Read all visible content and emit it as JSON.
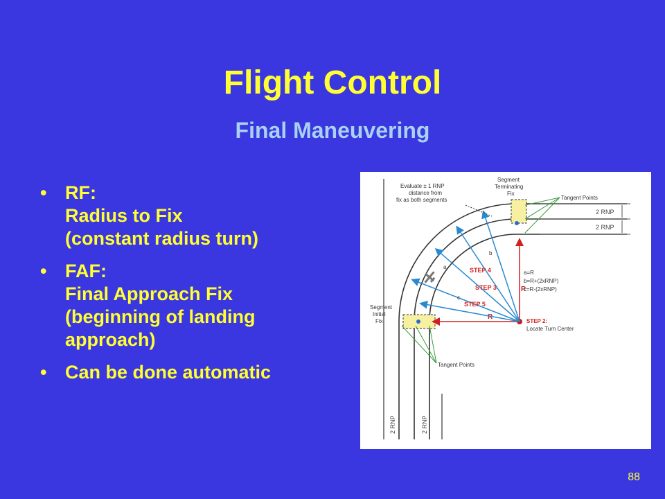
{
  "slide": {
    "title": "Flight Control",
    "subtitle": "Final Maneuvering",
    "page_number": "88",
    "colors": {
      "background": "#3a36e0",
      "title": "#ffff33",
      "subtitle": "#a9d2f2",
      "bullet_text": "#ffff33"
    }
  },
  "bullets": [
    {
      "lines": [
        "RF:",
        "Radius to Fix",
        "(constant radius turn)"
      ]
    },
    {
      "lines": [
        "FAF:",
        "Final Approach Fix",
        "(beginning of landing",
        "approach)"
      ]
    },
    {
      "lines": [
        "Can be done automatic"
      ]
    }
  ],
  "bullet_symbol": "•",
  "diagram": {
    "evaluate_label": [
      "Evaluate ± 1 RNP",
      "distance from",
      "fix as both segments"
    ],
    "segment_terminating_fix": [
      "Segment",
      "Terminating",
      "Fix"
    ],
    "segment_initial_fix": [
      "Segment",
      "Initial",
      "Fix"
    ],
    "tangent_points_top": "Tangent Points",
    "tangent_points_bottom": "Tangent Points",
    "rnp_right_top": "2 RNP",
    "rnp_right_bottom": "2 RNP",
    "rnp_bottom_left": "2 RNP",
    "rnp_bottom_right": "2 RNP",
    "step4": "STEP 4",
    "step3": "STEP 3",
    "step5": "STEP 5",
    "step2": [
      "STEP 2:",
      "Locate Turn Center"
    ],
    "radius_label_vertical": "R",
    "radius_label_horizontal": "R",
    "formulas": [
      "a=R",
      "b=R+(2xRNP)",
      "c=R-(2xRNP)"
    ],
    "arc_label_b": "b",
    "arc_label_a": "a",
    "arc_label_c": "c"
  }
}
